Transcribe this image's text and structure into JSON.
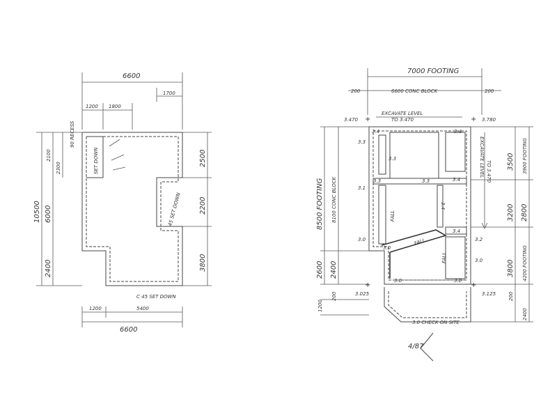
{
  "left_plan": {
    "dims_top": [
      "6600",
      "1700",
      "1200",
      "1800"
    ],
    "dims_bottom": [
      "1200",
      "5400",
      "6600"
    ],
    "dims_left": [
      "10500",
      "2100",
      "2300",
      "6000",
      "2400"
    ],
    "dims_right": [
      "2500",
      "2200",
      "3800"
    ],
    "notes": [
      "90 RECESS",
      "SET DOWN",
      "45 SET DOWN",
      "C 45 SET DOWN"
    ]
  },
  "right_plan": {
    "dims_top": [
      "7000 FOOTING",
      "200",
      "6600 CONC BLOCK",
      "200"
    ],
    "notes_top": [
      "EXCAVATE LEVEL",
      "TO 3.470"
    ],
    "levels": [
      "3.470",
      "3.780",
      "3.3",
      "3.1",
      "3.0",
      "3.025",
      "3.125",
      "3.2",
      "3.0"
    ],
    "room_levels": [
      "3.4",
      "3.4",
      "3.3",
      "3.3",
      "3.3",
      "3.4",
      "3.4",
      "3.4",
      "3.0",
      "3.0",
      "3.0"
    ],
    "fall_labels": [
      "FALL",
      "FALL",
      "FALL"
    ],
    "excavate_right": [
      "EXCAVATE LEVEL",
      "TO 3.470"
    ],
    "dims_left": [
      "8500 FOOTING",
      "8100 CONC BLOCK",
      "2600",
      "2400",
      "1200",
      "200"
    ],
    "dims_right": [
      "3500",
      "3900 FOOTING",
      "3200",
      "2800",
      "3800",
      "4200 FOOTING",
      "200",
      "2400"
    ],
    "bottom_note": "3.0 CHECK ON SITE",
    "sheet_ref": "4/87"
  }
}
